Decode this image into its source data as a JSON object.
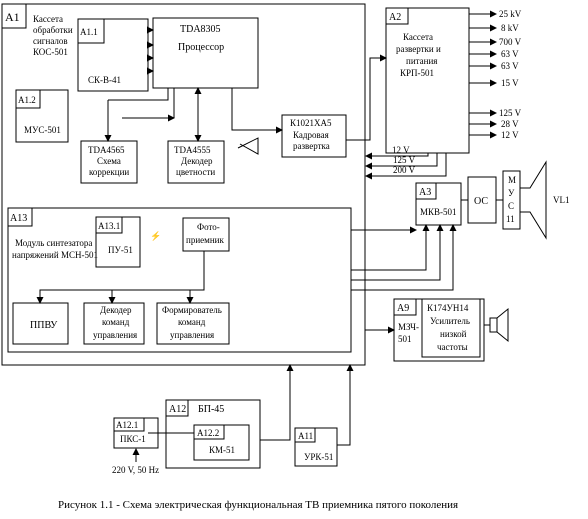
{
  "a1": {
    "id": "А1",
    "title": [
      "Кассета",
      "обработки",
      "сигналов",
      "КОС-501"
    ]
  },
  "a11": {
    "id": "А1.1",
    "name": "СК-В-41"
  },
  "a12": {
    "id": "А1.2",
    "name": "МУС-501"
  },
  "processor": {
    "chip": "TDA8305",
    "name": "Процессор"
  },
  "corr": {
    "chip": "TDA4565",
    "name": [
      "Схема",
      "коррекции"
    ]
  },
  "dec": {
    "chip": "TDA4555",
    "name": [
      "Декодер",
      "цветности"
    ]
  },
  "kadr": {
    "chip": "К1021ХА5",
    "name": [
      "Кадровая",
      "развертка"
    ]
  },
  "a2": {
    "id": "А2",
    "name": [
      "Кассета",
      "развертки и",
      "питания",
      "КРП-501"
    ],
    "outputs": [
      "25 kV",
      "8 kV",
      "700 V",
      "63 V",
      "63 V",
      "15 V",
      "125 V",
      "28 V",
      "12 V"
    ]
  },
  "supply": [
    "12 V",
    "125 V",
    "200 V"
  ],
  "a3": {
    "id": "А3",
    "name": "МКВ-501"
  },
  "oc": "ОС",
  "mus": [
    "М",
    "У",
    "С",
    "11"
  ],
  "vl": "VL1",
  "a13": {
    "id": "А13",
    "title": [
      "Модуль синтезатора",
      "напряжений МСН-501"
    ],
    "a131": {
      "id": "А13.1",
      "name": "ПУ-51"
    },
    "photo": [
      "Фото-",
      "приемник"
    ],
    "ppvu": "ППВУ",
    "deccmd": [
      "Декодер",
      "команд",
      "управления"
    ],
    "former": [
      "Формирователь",
      "команд",
      "управления"
    ]
  },
  "a9": {
    "id": "А9",
    "name": [
      "МЗЧ-",
      "501"
    ],
    "chip": "К174УН14",
    "amp": [
      "Усилитель",
      "низкой",
      "частоты"
    ]
  },
  "a12b": {
    "id": "А12",
    "name": "БП-45"
  },
  "a121": {
    "id": "А12.1",
    "name": "ПКС-1"
  },
  "a122": {
    "id": "А12.2",
    "name": "КМ-51"
  },
  "a11b": {
    "id": "А11",
    "name": "УРК-51"
  },
  "mains": "220 V, 50 Hz",
  "caption": "Рисунок 1.1 - Схема электрическая функциональная ТВ приемника пятого поколения"
}
